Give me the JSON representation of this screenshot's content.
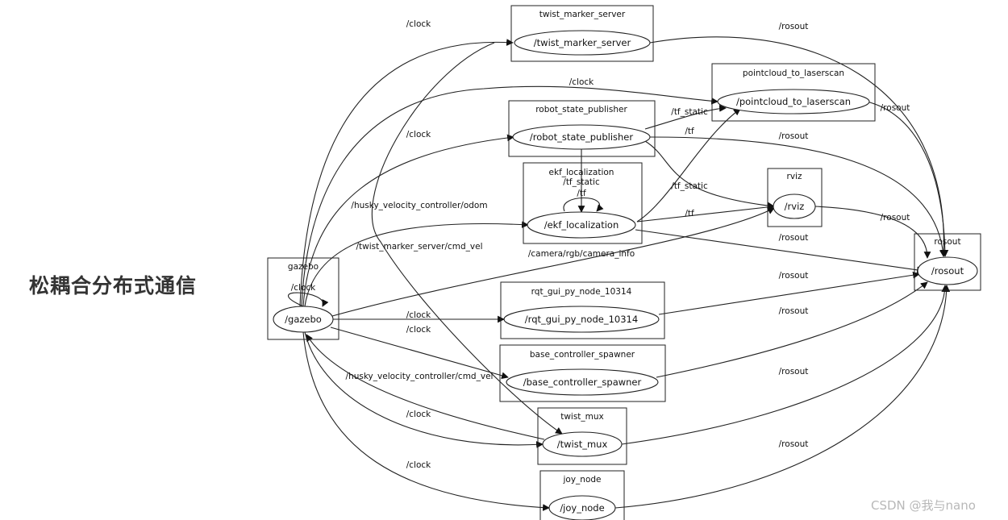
{
  "slide_title": "松耦合分布式通信",
  "watermark": "CSDN @我与nano",
  "nodes": {
    "twist_marker_server": {
      "box": "twist_marker_server",
      "node": "/twist_marker_server"
    },
    "pointcloud_to_laserscan": {
      "box": "pointcloud_to_laserscan",
      "node": "/pointcloud_to_laserscan"
    },
    "robot_state_publisher": {
      "box": "robot_state_publisher",
      "node": "/robot_state_publisher"
    },
    "ekf_localization": {
      "box": "ekf_localization",
      "node": "/ekf_localization"
    },
    "rviz": {
      "box": "rviz",
      "node": "/rviz"
    },
    "rosout": {
      "box": "rosout",
      "node": "/rosout"
    },
    "gazebo": {
      "box": "gazebo",
      "node": "/gazebo"
    },
    "rqt_gui_py_node_10314": {
      "box": "rqt_gui_py_node_10314",
      "node": "/rqt_gui_py_node_10314"
    },
    "base_controller_spawner": {
      "box": "base_controller_spawner",
      "node": "/base_controller_spawner"
    },
    "twist_mux": {
      "box": "twist_mux",
      "node": "/twist_mux"
    },
    "joy_node": {
      "box": "joy_node",
      "node": "/joy_node"
    }
  },
  "topics": {
    "clock": "/clock",
    "rosout": "/rosout",
    "tf": "/tf",
    "tf_static": "/tf_static",
    "husky_odom": "/husky_velocity_controller/odom",
    "twist_cmd_vel": "/twist_marker_server/cmd_vel",
    "camera_info": "/camera/rgb/camera_info",
    "husky_cmd_vel": "/husky_velocity_controller/cmd_vel"
  }
}
